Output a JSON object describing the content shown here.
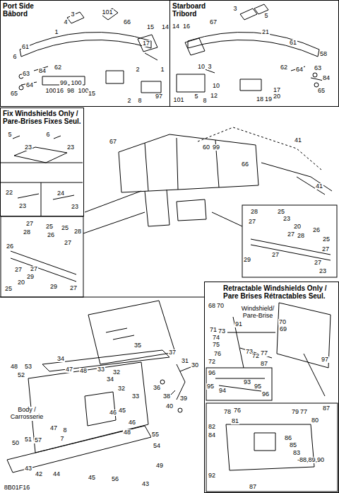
{
  "diagram": {
    "nodes": [
      {
        "text": [
          "Port Side Bâbord"
        ]
      },
      {
        "text": [
          "Starboard Tribord"
        ]
      },
      {
        "text": [
          "Fix Windshields Only / Pare-Brises Fixes Seul."
        ]
      },
      {
        "text": [
          "Retractable Windshields Only / Pare Brises Rétractables Seul."
        ]
      }
    ],
    "labels": [
      "3",
      "4",
      "101",
      "66",
      "15",
      "14",
      "1",
      "61",
      "6",
      "17",
      "62",
      "84",
      "63",
      "64",
      "65",
      "2",
      "1",
      "99",
      "100",
      "100",
      "16",
      "98",
      "100",
      "15",
      "97",
      "2",
      "8",
      "3",
      "5",
      "67",
      "14",
      "16",
      "21",
      "61",
      "58",
      "10",
      "3",
      "62",
      "64",
      "63",
      "84",
      "65",
      "101",
      "5",
      "8",
      "12",
      "10",
      "18",
      "19",
      "17",
      "20",
      "5",
      "23",
      "6",
      "23",
      "22",
      "23",
      "24",
      "23",
      "67",
      "60",
      "99",
      "66",
      "41",
      "41",
      "28",
      "25",
      "23",
      "27",
      "20",
      "27",
      "28",
      "26",
      "25",
      "27",
      "27",
      "29",
      "27",
      "23",
      "27",
      "28",
      "25",
      "26",
      "25",
      "28",
      "27",
      "26",
      "27",
      "27",
      "29",
      "20",
      "25",
      "29",
      "27",
      "68",
      "70",
      "Windshield/ Pare-Brise",
      "91",
      "70",
      "69",
      "71",
      "73",
      "74",
      "75",
      "76",
      "73",
      "72",
      "77",
      "72",
      "87",
      "97",
      "96",
      "95",
      "94",
      "93",
      "95",
      "96",
      "87",
      "78",
      "76",
      "79",
      "77",
      "81",
      "80",
      "82",
      "84",
      "86",
      "85",
      "83",
      "-88,89,90",
      "92",
      "87",
      "34",
      "35",
      "37",
      "31",
      "30",
      "36",
      "38",
      "39",
      "40",
      "33",
      "32",
      "34",
      "32",
      "33",
      "48",
      "53",
      "52",
      "47",
      "48",
      "Body / Carrosserie",
      "47",
      "8",
      "7",
      "51",
      "50",
      "57",
      "46",
      "45",
      "46",
      "48",
      "55",
      "54",
      "49",
      "43",
      "56",
      "45",
      "44",
      "42",
      "43",
      "8B01F16"
    ]
  }
}
